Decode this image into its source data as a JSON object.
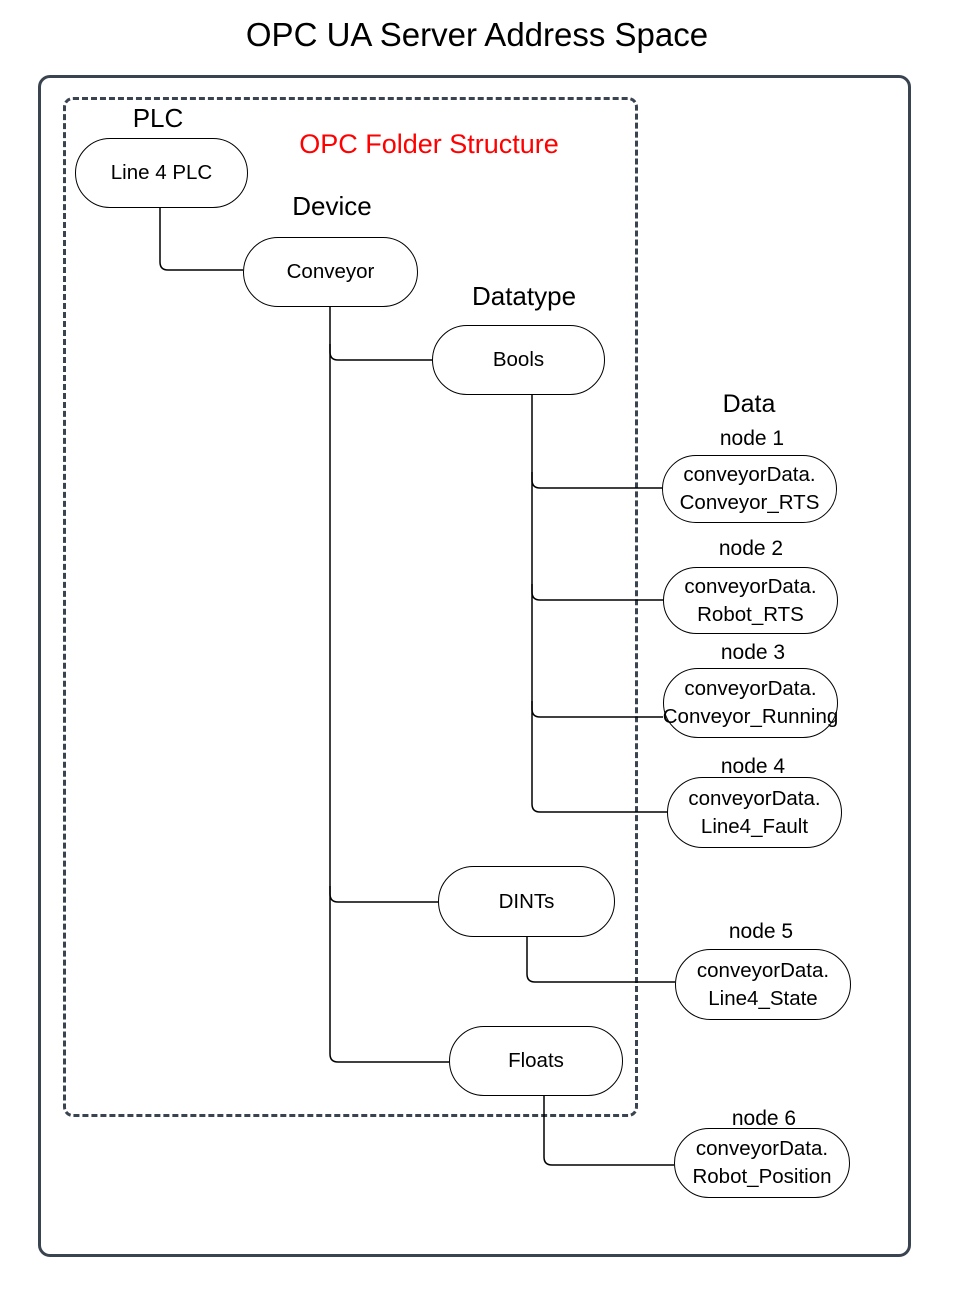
{
  "title": "OPC UA Server Address Space",
  "overlay": {
    "label": "OPC Folder Structure"
  },
  "headings": {
    "plc": "PLC",
    "device": "Device",
    "datatype": "Datatype",
    "data": "Data"
  },
  "folders": {
    "plc_node": "Line 4 PLC",
    "device_node": "Conveyor",
    "datatype_nodes": {
      "bools": "Bools",
      "dints": "DINTs",
      "floats": "Floats"
    }
  },
  "data_nodes": [
    {
      "tag": "node 1",
      "line1": "conveyorData.",
      "line2": "Conveyor_RTS"
    },
    {
      "tag": "node 2",
      "line1": "conveyorData.",
      "line2": "Robot_RTS"
    },
    {
      "tag": "node 3",
      "line1": "conveyorData.",
      "line2": "Conveyor_Running"
    },
    {
      "tag": "node 4",
      "line1": "conveyorData.",
      "line2": "Line4_Fault"
    },
    {
      "tag": "node 5",
      "line1": "conveyorData.",
      "line2": "Line4_State"
    },
    {
      "tag": "node 6",
      "line1": "conveyorData.",
      "line2": "Robot_Position"
    }
  ],
  "colors": {
    "frame": "#3a4350",
    "node_border": "#000000",
    "text": "#000000",
    "annotation_red": "#ff0000",
    "background": "#ffffff"
  }
}
